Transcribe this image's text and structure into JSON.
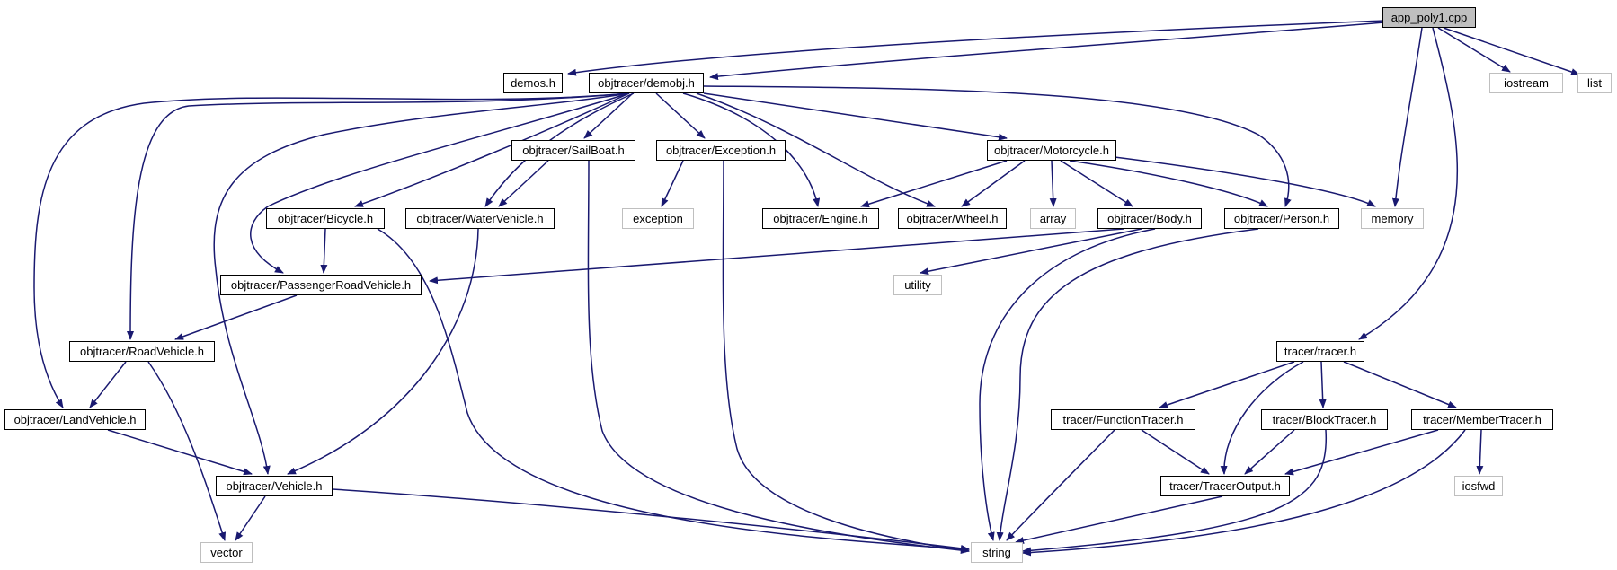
{
  "colors": {
    "edge": "#191970",
    "border": "#000000",
    "external_border": "#bfbfbf",
    "root_fill": "#bfbfbf",
    "background": "#ffffff"
  },
  "nodes": {
    "app_poly1": "app_poly1.cpp",
    "demos": "demos.h",
    "demobj": "objtracer/demobj.h",
    "iostream": "iostream",
    "list": "list",
    "sailboat": "objtracer/SailBoat.h",
    "exception_h": "objtracer/Exception.h",
    "motorcycle": "objtracer/Motorcycle.h",
    "bicycle": "objtracer/Bicycle.h",
    "watervehicle": "objtracer/WaterVehicle.h",
    "exception": "exception",
    "engine": "objtracer/Engine.h",
    "wheel": "objtracer/Wheel.h",
    "array": "array",
    "body": "objtracer/Body.h",
    "person": "objtracer/Person.h",
    "memory": "memory",
    "passenger": "objtracer/PassengerRoadVehicle.h",
    "utility": "utility",
    "roadvehicle": "objtracer/RoadVehicle.h",
    "tracer": "tracer/tracer.h",
    "landvehicle": "objtracer/LandVehicle.h",
    "functiontracer": "tracer/FunctionTracer.h",
    "blocktracer": "tracer/BlockTracer.h",
    "membertracer": "tracer/MemberTracer.h",
    "vehicle": "objtracer/Vehicle.h",
    "traceroutput": "tracer/TracerOutput.h",
    "iosfwd": "iosfwd",
    "vector": "vector",
    "string": "string"
  }
}
